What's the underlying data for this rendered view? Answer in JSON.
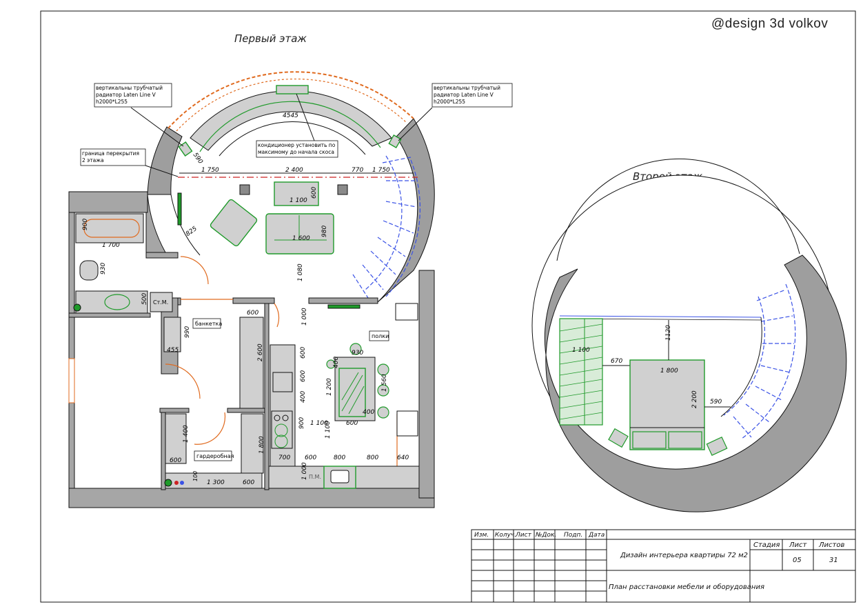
{
  "watermark": "@design 3d volkov",
  "floor1": {
    "title": "Первый этаж",
    "callout_radiator_left": [
      "вертикальны трубчатый",
      "радиатор Laten Line V",
      "h2000*L255"
    ],
    "callout_radiator_right": [
      "вертикальны трубчатый",
      "радиатор Laten Line V",
      "h2000*L255"
    ],
    "callout_ac": [
      "кондиционер установить по",
      "максимому до начала скоса"
    ],
    "callout_border": [
      "граница перекрытия",
      "2 этажа"
    ],
    "labels": {
      "banketka": "банкетка",
      "polki": "полки",
      "garderobnaya": "гардеробная",
      "stm": "Ст.М.",
      "pm": "П.М."
    },
    "dims": {
      "d4545": "4545",
      "d590a": "590",
      "d1750a": "1 750",
      "d2400": "2 400",
      "d770": "770",
      "d1750b": "1 750",
      "d1100a": "1 100",
      "d600a": "600",
      "d1600": "1 600",
      "d980": "980",
      "d825": "825",
      "d1700": "1 700",
      "d900a": "900",
      "d930": "930",
      "d500": "500",
      "d1080": "1 080",
      "d600b": "600",
      "d990": "990",
      "d455": "455",
      "d2600": "2 600",
      "d1000a": "1 000",
      "d600c": "600",
      "d600d": "600",
      "d400a": "400",
      "d900b": "900",
      "d1200": "1 200",
      "d1100b": "1 100",
      "d600e": "600",
      "d1100c": "1 100",
      "d1560": "1 560",
      "d400b": "400",
      "d400c": "400",
      "d930b": "930",
      "d1400": "1 400",
      "d600f": "600",
      "d1800": "1 800",
      "d700": "700",
      "d600g": "600",
      "d800a": "800",
      "d800b": "800",
      "d640": "640",
      "d1300": "1 300",
      "d600h": "600",
      "d1000b": "1 000",
      "d100": "100"
    }
  },
  "floor2": {
    "title": "Второй этаж",
    "dims": {
      "d1120": "1120",
      "d1100": "1 100",
      "d670": "670",
      "d1800": "1 800",
      "d2200": "2 200",
      "d590": "590"
    }
  },
  "title_block": {
    "headers": [
      "Изм.",
      "Колуч.",
      "Лист",
      "№Док.",
      "Подп.",
      "Дата"
    ],
    "project": "Дизайн интерьера квартиры 72 м2",
    "sheet_title": "План расстановки мебели и оборудования",
    "stage_label": "Стадия",
    "sheet_label": "Лист",
    "sheets_label": "Листов",
    "stage_value": "",
    "sheet_value": "05",
    "sheets_value": "31"
  },
  "colors": {
    "wall": "#c8c8c8",
    "wall_dark": "#a6a6a6",
    "line": "#111111",
    "furniture": "#d0d0d0",
    "green": "#1f9a2a",
    "orange": "#e06a1e",
    "blue": "#3a52e6",
    "red": "#cc2222"
  }
}
